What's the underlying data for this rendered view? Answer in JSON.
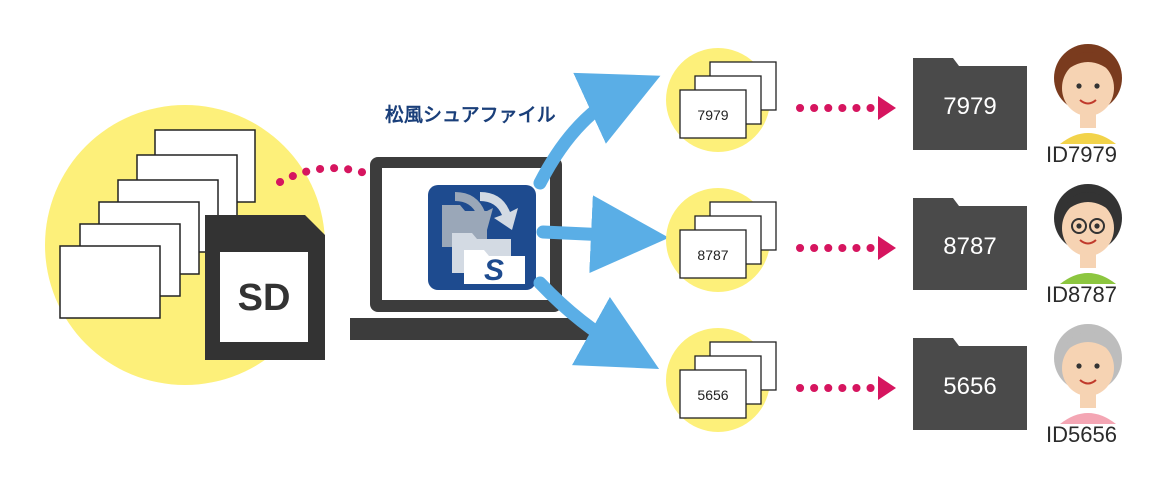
{
  "source": {
    "sd_label": "SD"
  },
  "app": {
    "title": "松風シュアファイル",
    "logo_letter": "S"
  },
  "patients": [
    {
      "number": "7979",
      "id_label": "ID7979",
      "hair_color": "#7a3b1e",
      "shirt_color": "#f2d34a",
      "avatar": "woman-avatar-icon"
    },
    {
      "number": "8787",
      "id_label": "ID8787",
      "hair_color": "#333333",
      "shirt_color": "#8cc63f",
      "avatar": "man-glasses-avatar-icon"
    },
    {
      "number": "5656",
      "id_label": "ID5656",
      "hair_color": "#bdbdbd",
      "shirt_color": "#f4a6b4",
      "avatar": "elderly-woman-avatar-icon"
    }
  ],
  "colors": {
    "yellow": "#fdf07a",
    "arrow_blue": "#5aaee6",
    "dots_magenta": "#d6155f",
    "folder_dark": "#4a4a4a",
    "logo_blue": "#1e4b8f"
  }
}
